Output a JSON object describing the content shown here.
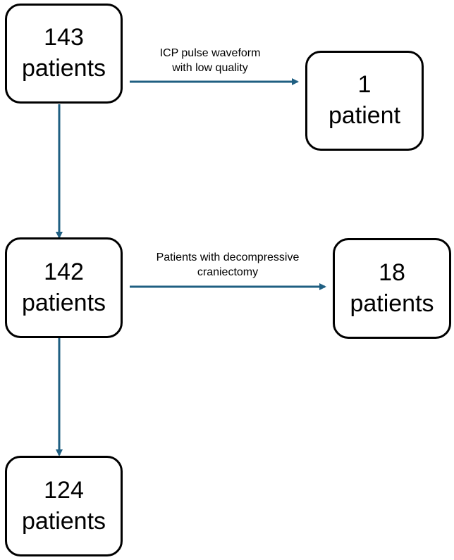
{
  "colors": {
    "arrow": "#1f5f82",
    "box_border": "#000000"
  },
  "boxes": {
    "start": {
      "number": "143",
      "label": "patients"
    },
    "excluded_1": {
      "number": "1",
      "label": "patient"
    },
    "middle": {
      "number": "142",
      "label": "patients"
    },
    "excluded_2": {
      "number": "18",
      "label": "patients"
    },
    "final": {
      "number": "124",
      "label": "patients"
    }
  },
  "exclusions": {
    "first": {
      "line1": "ICP pulse waveform",
      "line2": "with low quality"
    },
    "second": {
      "line1": "Patients with decompressive",
      "line2": "craniectomy"
    }
  }
}
